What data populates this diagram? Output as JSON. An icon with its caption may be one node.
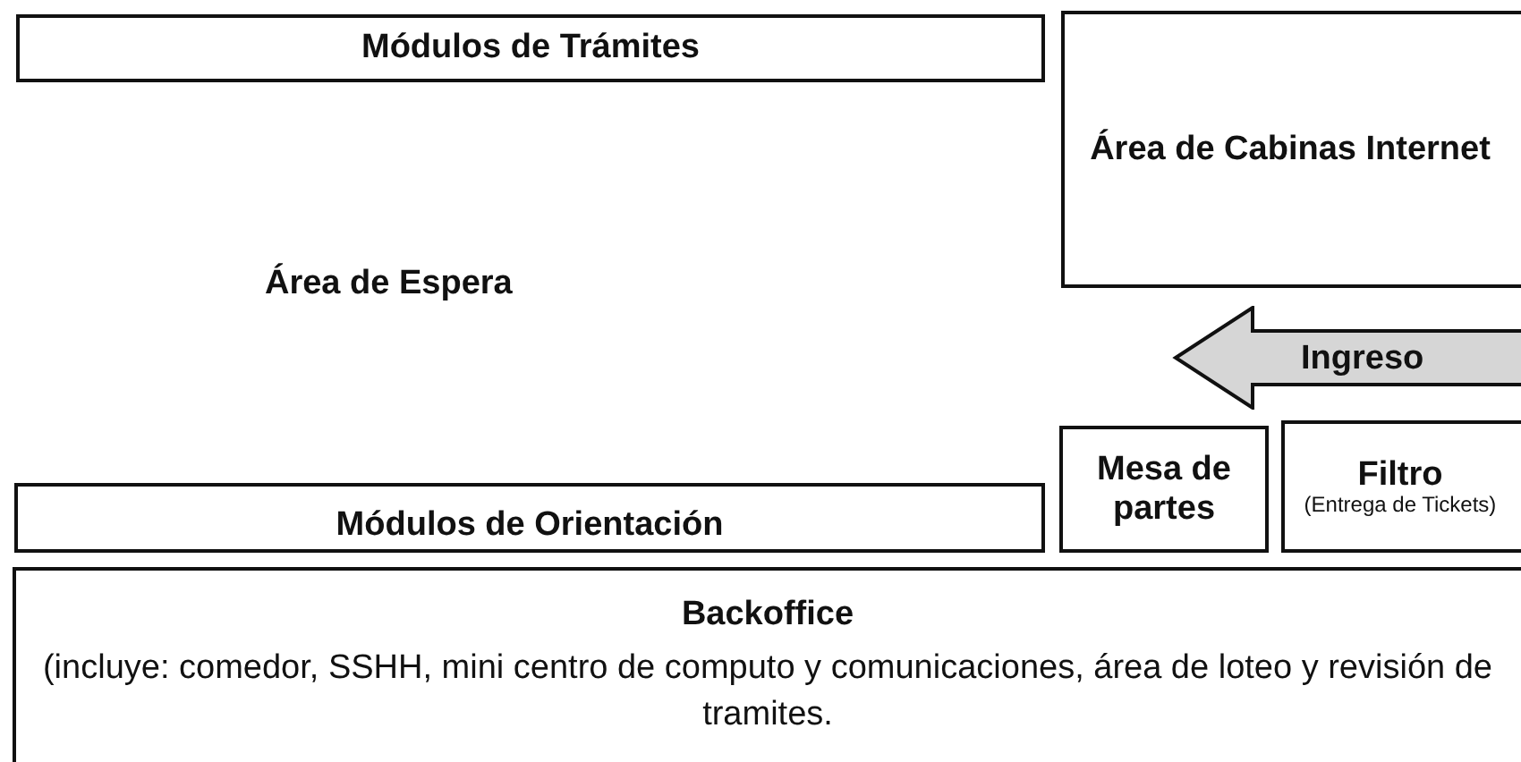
{
  "diagram": {
    "nodes": [
      {
        "text": [
          "Módulos de Trámites"
        ]
      },
      {
        "text": [
          "Área de Cabinas Internet"
        ]
      },
      {
        "text": [
          "Ingreso"
        ]
      },
      {
        "text": [
          "Mesa de partes"
        ]
      },
      {
        "text": [
          "Filtro",
          "(Entrega de Tickets)"
        ]
      },
      {
        "text": [
          "Módulos de Orientación"
        ]
      },
      {
        "text": [
          "Backoffice",
          "(incluye: comedor, SSHH, mini centro de computo y comunicaciones, área de loteo y revisión de tramites."
        ]
      }
    ],
    "labels": [
      "Área de Espera"
    ]
  }
}
